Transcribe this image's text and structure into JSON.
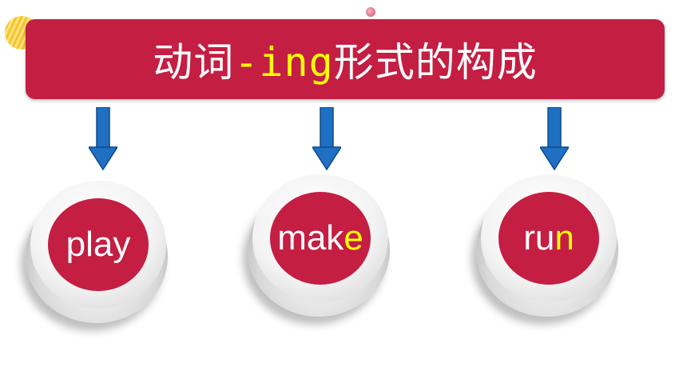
{
  "title": {
    "main": "动词",
    "suffix": "-ing",
    "rest": "形式的构成"
  },
  "words": [
    {
      "base": "play",
      "highlight": ""
    },
    {
      "base": "mak",
      "highlight": "e"
    },
    {
      "base": "ru",
      "highlight": "n"
    }
  ],
  "colors": {
    "accent": "#c41e43",
    "highlight": "#ffff00",
    "arrow": "#1f6fc2"
  }
}
